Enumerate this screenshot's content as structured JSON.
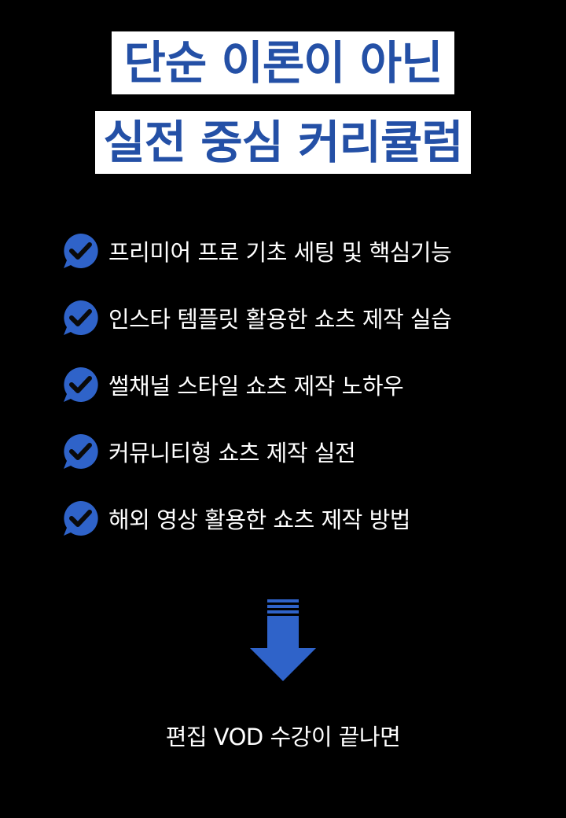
{
  "headline": {
    "line1": "단순 이론이 아닌",
    "line2": "실전 중심 커리큘럼"
  },
  "features": [
    {
      "label": "프리미어 프로 기초 세팅 및 핵심기능",
      "icon": "check-bubble-icon"
    },
    {
      "label": "인스타 템플릿 활용한 쇼츠 제작 실습",
      "icon": "check-bubble-icon"
    },
    {
      "label": "썰채널 스타일 쇼츠 제작 노하우",
      "icon": "check-bubble-icon"
    },
    {
      "label": "커뮤니티형 쇼츠 제작 실전",
      "icon": "check-bubble-icon"
    },
    {
      "label": "해외 영상 활용한 쇼츠 제작 방법",
      "icon": "check-bubble-icon"
    }
  ],
  "arrow": {
    "icon": "down-arrow-icon"
  },
  "footer": {
    "text": "편집 VOD 수강이 끝나면"
  },
  "colors": {
    "background": "#000000",
    "accent_blue": "#2450a6",
    "icon_blue": "#2f63c9",
    "text": "#ffffff",
    "headline_bg": "#ffffff"
  }
}
